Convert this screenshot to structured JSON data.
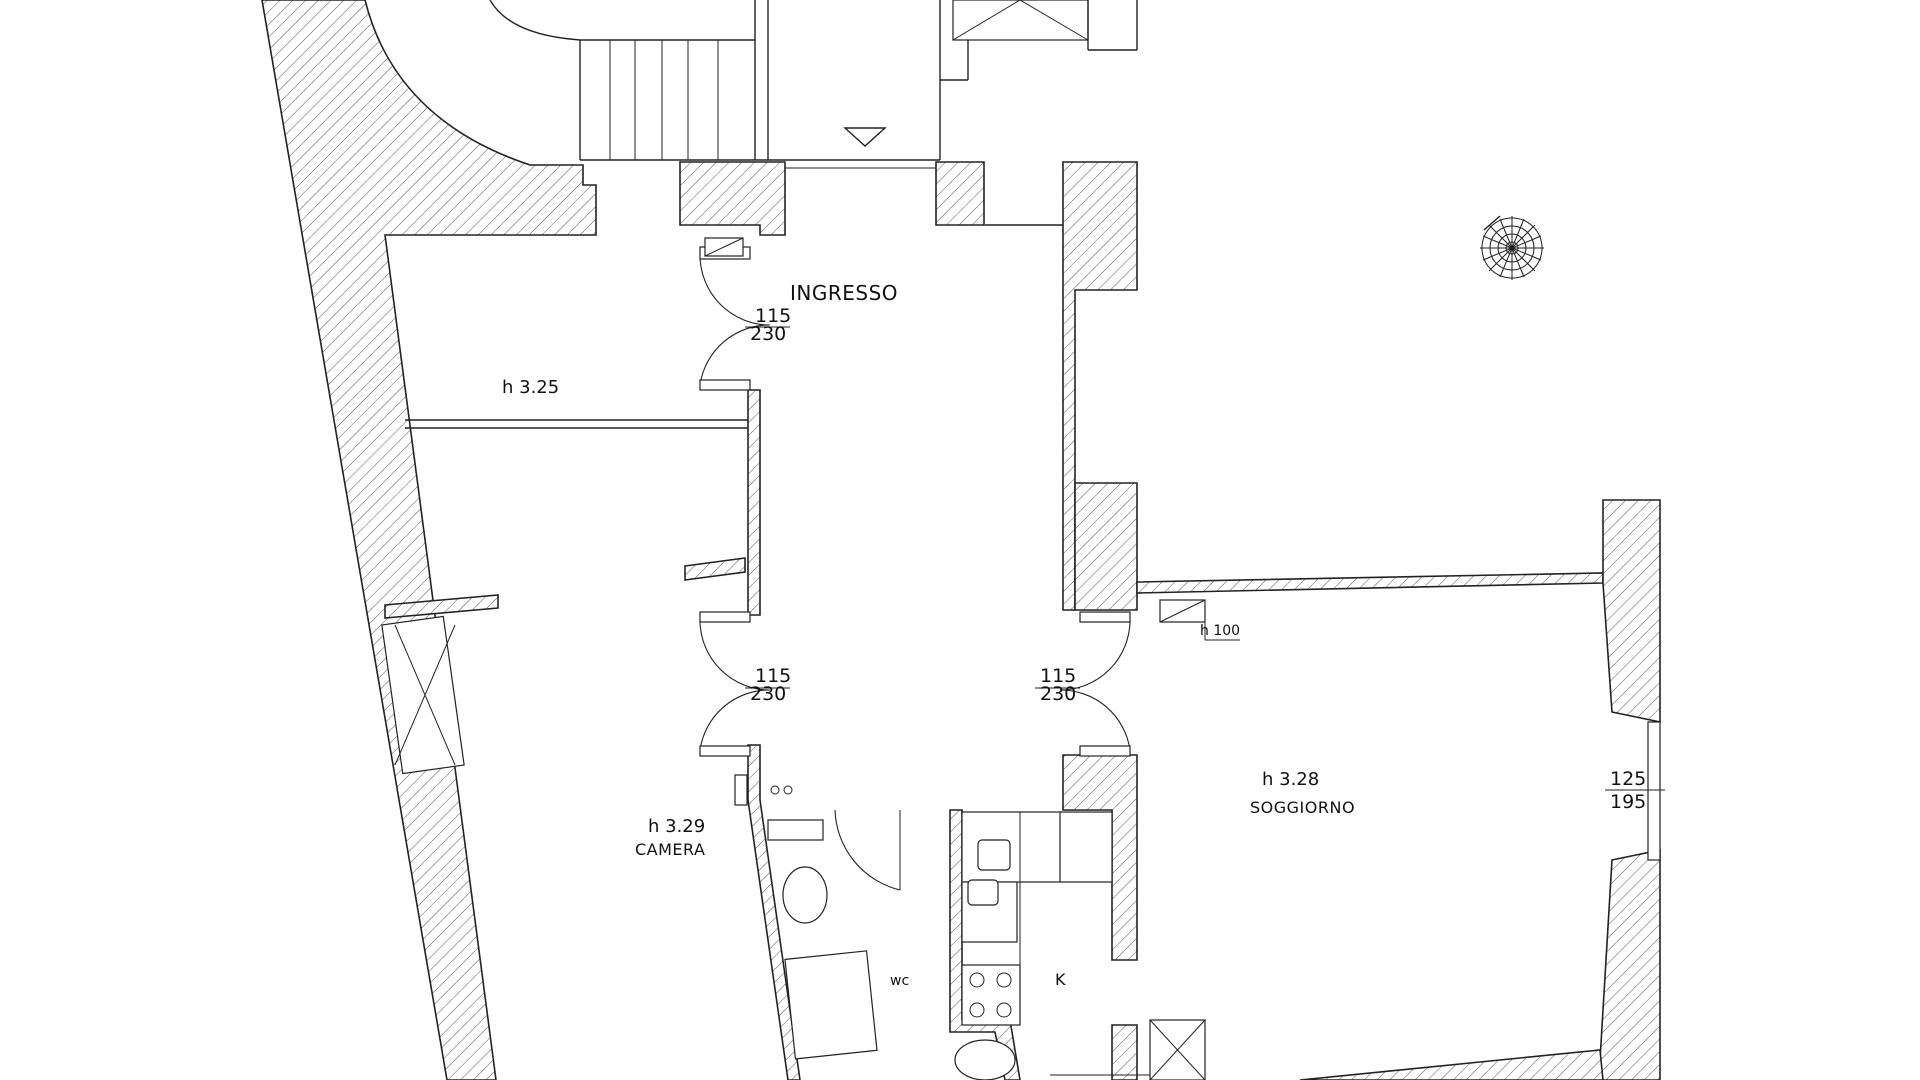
{
  "rooms": {
    "ingresso": "INGRESSO",
    "camera": "CAMERA",
    "soggiorno": "SOGGIORNO",
    "wc": "wc",
    "kitchen": "K"
  },
  "heights": {
    "left_room": "h 3.25",
    "camera": "h 3.29",
    "soggiorno": "h 3.28",
    "radiator": "h 100"
  },
  "doors": {
    "ingresso_door": {
      "width": "115",
      "height": "230"
    },
    "camera_door": {
      "width": "115",
      "height": "230"
    },
    "soggiorno_door": {
      "width": "115",
      "height": "230"
    }
  },
  "windows": {
    "soggiorno_window": {
      "width": "125",
      "height": "195"
    }
  },
  "icons": {
    "north_rose": "compass-rose-icon"
  }
}
